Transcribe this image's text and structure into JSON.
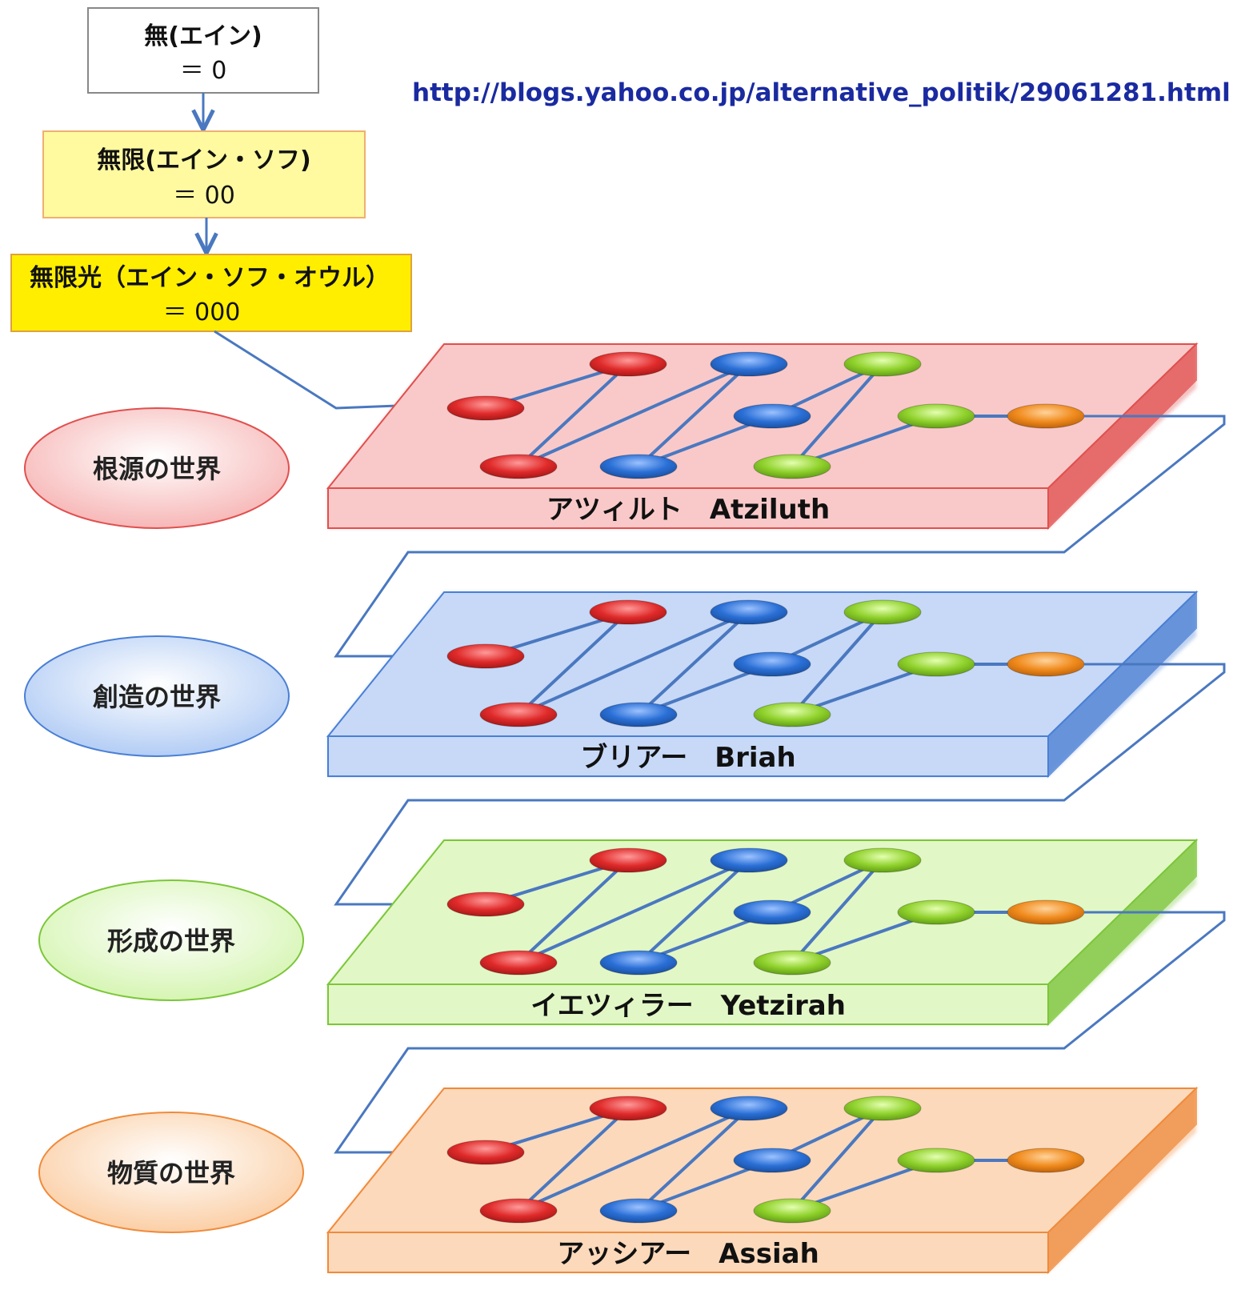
{
  "source_url": "http://blogs.yahoo.co.jp/alternative_politik/29061281.html",
  "top_boxes": [
    {
      "line1": "無(エイン)",
      "line2": "＝ 0"
    },
    {
      "line1": "無限(エイン・ソフ)",
      "line2": "＝ 00"
    },
    {
      "line1": "無限光（エイン・ソフ・オウル）",
      "line2": "＝ 000"
    }
  ],
  "worlds": [
    {
      "name_jp": "根源の世界",
      "plate_label": "アツィルト　Atziluth",
      "color_fill": "#f9c9c9",
      "color_edge": "#e0504f"
    },
    {
      "name_jp": "創造の世界",
      "plate_label": "ブリアー　Briah",
      "color_fill": "#c7d9f7",
      "color_edge": "#4a7fd4"
    },
    {
      "name_jp": "形成の世界",
      "plate_label": "イエツィラー　Yetzirah",
      "color_fill": "#e2f7c6",
      "color_edge": "#7cc63a"
    },
    {
      "name_jp": "物質の世界",
      "plate_label": "アッシアー　Assiah",
      "color_fill": "#fcd9bb",
      "color_edge": "#ef8b3c"
    }
  ],
  "colors": {
    "node_red": "#e02a2a",
    "node_blue": "#2a6fd6",
    "node_green": "#8fd12b",
    "node_orange": "#f08a1c",
    "connector": "#4a78c0",
    "url": "#1a2aa0",
    "box1_fill": "#ffffff",
    "box2_fill": "#fffaa0",
    "box3_fill": "#ffee00"
  }
}
